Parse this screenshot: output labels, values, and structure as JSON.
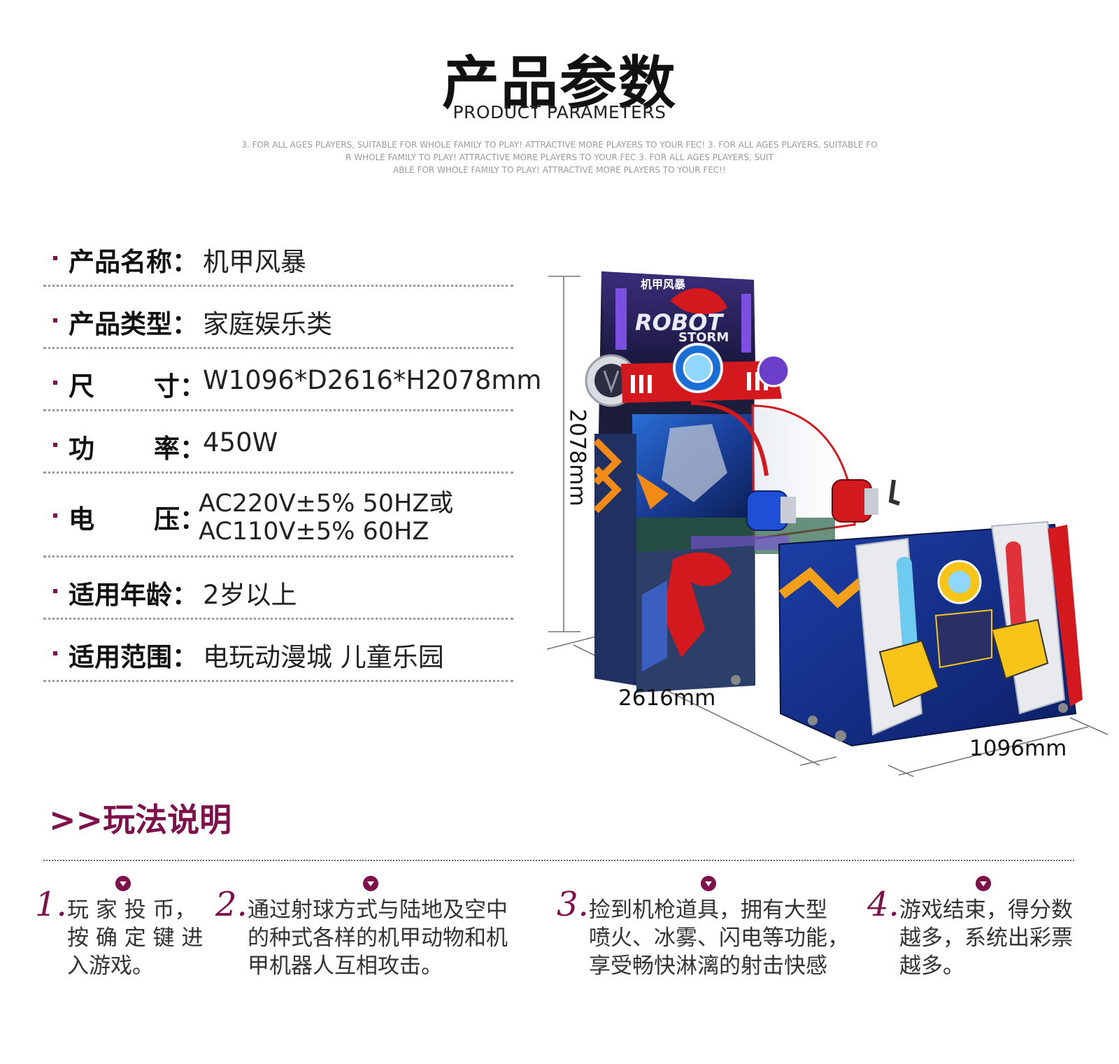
{
  "header": {
    "title_cn": "产品参数",
    "title_en": "PRODUCT PARAMETERS",
    "subtitle_lines": [
      "3. FOR ALL AGES PLAYERS, SUITABLE FOR WHOLE FAMILY TO PLAY! ATTRACTIVE MORE PLAYERS TO YOUR FEC! 3. FOR ALL AGES PLAYERS, SUITABLE FO",
      "R WHOLE FAMILY TO PLAY! ATTRACTIVE MORE PLAYERS TO YOUR FEC  3. FOR ALL AGES PLAYERS, SUIT",
      "ABLE FOR WHOLE FAMILY TO PLAY! ATTRACTIVE MORE PLAYERS TO YOUR FEC!!"
    ]
  },
  "params": {
    "name": {
      "label": "产品名称：",
      "value": "机甲风暴"
    },
    "type": {
      "label": "产品类型：",
      "value": "家庭娱乐类"
    },
    "size": {
      "label_a": "尺",
      "label_b": "寸：",
      "value": "W1096*D2616*H2078mm"
    },
    "power": {
      "label_a": "功",
      "label_b": "率：",
      "value": "450W"
    },
    "voltage": {
      "label_a": "电",
      "label_b": "压：",
      "value_line1": "AC220V±5%  50HZ或",
      "value_line2": "AC110V±5%  60HZ"
    },
    "age": {
      "label": "适用年龄：",
      "value": "2岁以上"
    },
    "scope": {
      "label": "适用范围：",
      "value": "电玩动漫城   儿童乐园"
    }
  },
  "machine": {
    "marquee_cn": "机甲风暴",
    "marquee_en_1": "ROBOT",
    "marquee_en_2": "STORM",
    "colors": {
      "cabinet_dark": "#1c1d3a",
      "red": "#d4191e",
      "blue": "#1f4fd6",
      "yellow": "#f7c51a",
      "purple": "#6b3fc9",
      "orange": "#f28a18"
    }
  },
  "dimensions": {
    "height": "2078mm",
    "depth": "2616mm",
    "width": "1096mm"
  },
  "how_to_play": {
    "title": ">>玩法说明",
    "accent_color": "#7e1149",
    "steps": [
      {
        "num": "1.",
        "lines": [
          "玩 家 投 币，",
          "按 确 定 键 进",
          "入游戏。"
        ]
      },
      {
        "num": "2.",
        "lines": [
          "通过射球方式与陆地及空中",
          "的种式各样的机甲动物和机",
          "甲机器人互相攻击。"
        ]
      },
      {
        "num": "3.",
        "lines": [
          "捡到机枪道具，拥有大型",
          "喷火、冰雾、闪电等功能，",
          "享受畅快淋漓的射击快感"
        ]
      },
      {
        "num": "4.",
        "lines": [
          "游戏结束，得分数",
          "越多，系统出彩票",
          "越多。"
        ]
      }
    ]
  }
}
